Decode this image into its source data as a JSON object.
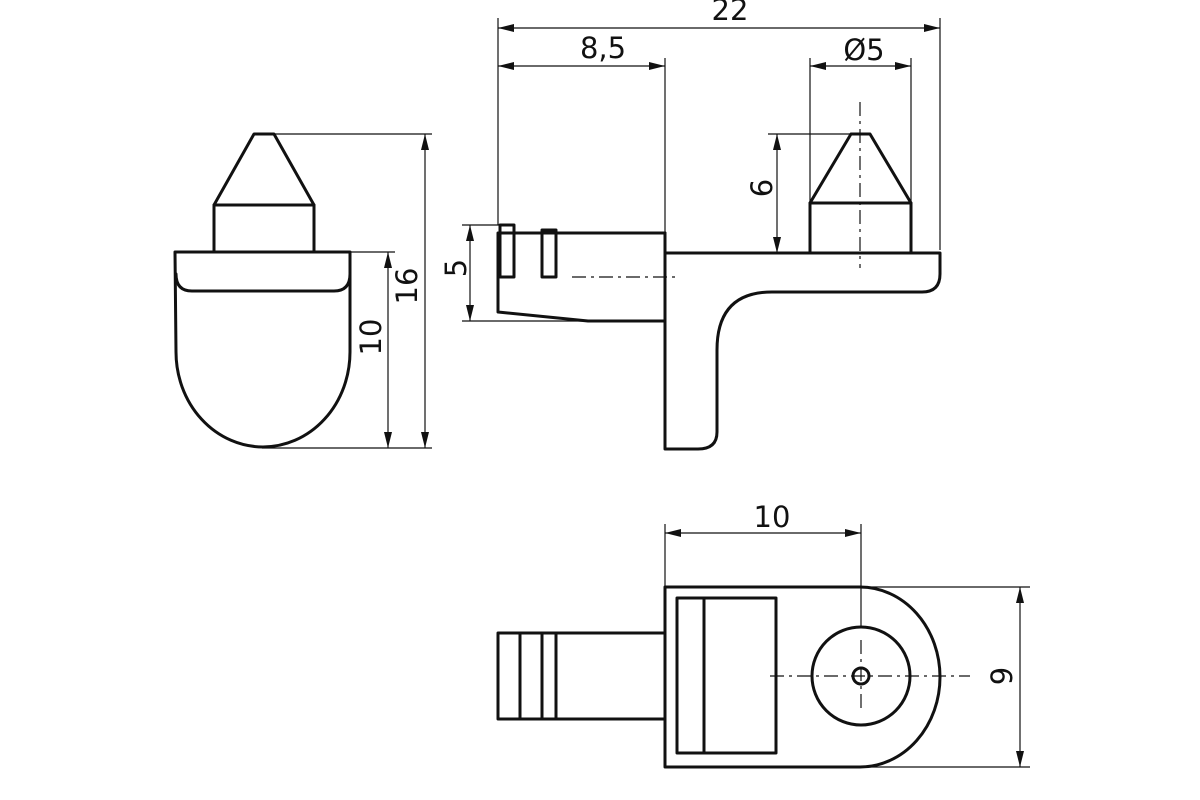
{
  "drawing": {
    "dimensions": {
      "total_length": "22",
      "pin_length": "8,5",
      "pin_diameter": "Ø5",
      "pin_height": "6",
      "shank_height": "5",
      "height": "16",
      "body_height": "10",
      "plate_length": "10",
      "width": "9"
    }
  }
}
